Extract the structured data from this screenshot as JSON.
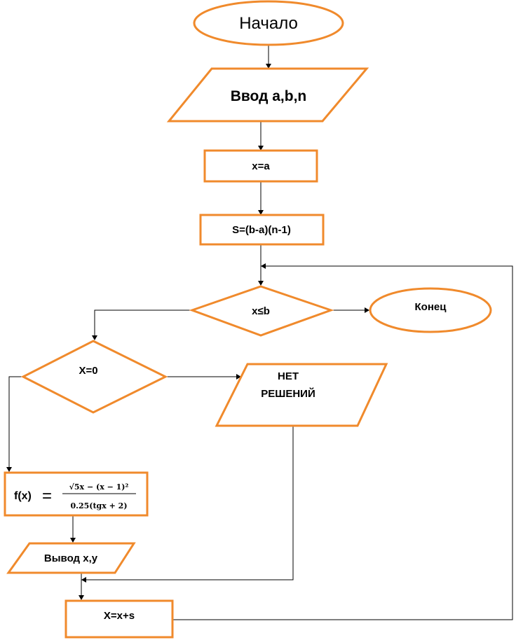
{
  "blocks": {
    "start": "Начало",
    "input": "Ввод a,b,n",
    "assign_x": "x=a",
    "assign_s": "S=(b-a)(n-1)",
    "cond_loop": "x≤b",
    "end": "Конец",
    "cond_zero": "X=0",
    "no_solution_1": "НЕТ",
    "no_solution_2": "РЕШЕНИЙ",
    "func_name": "f(x)",
    "func_eq": "=",
    "func_numerator": "√5x − (x − 1)²",
    "func_denominator": "0.25(tgx + 2)",
    "output": "Вывод x,y",
    "increment": "X=x+s"
  },
  "colors": {
    "shape_stroke": "#f08a2c",
    "line": "#000000"
  }
}
